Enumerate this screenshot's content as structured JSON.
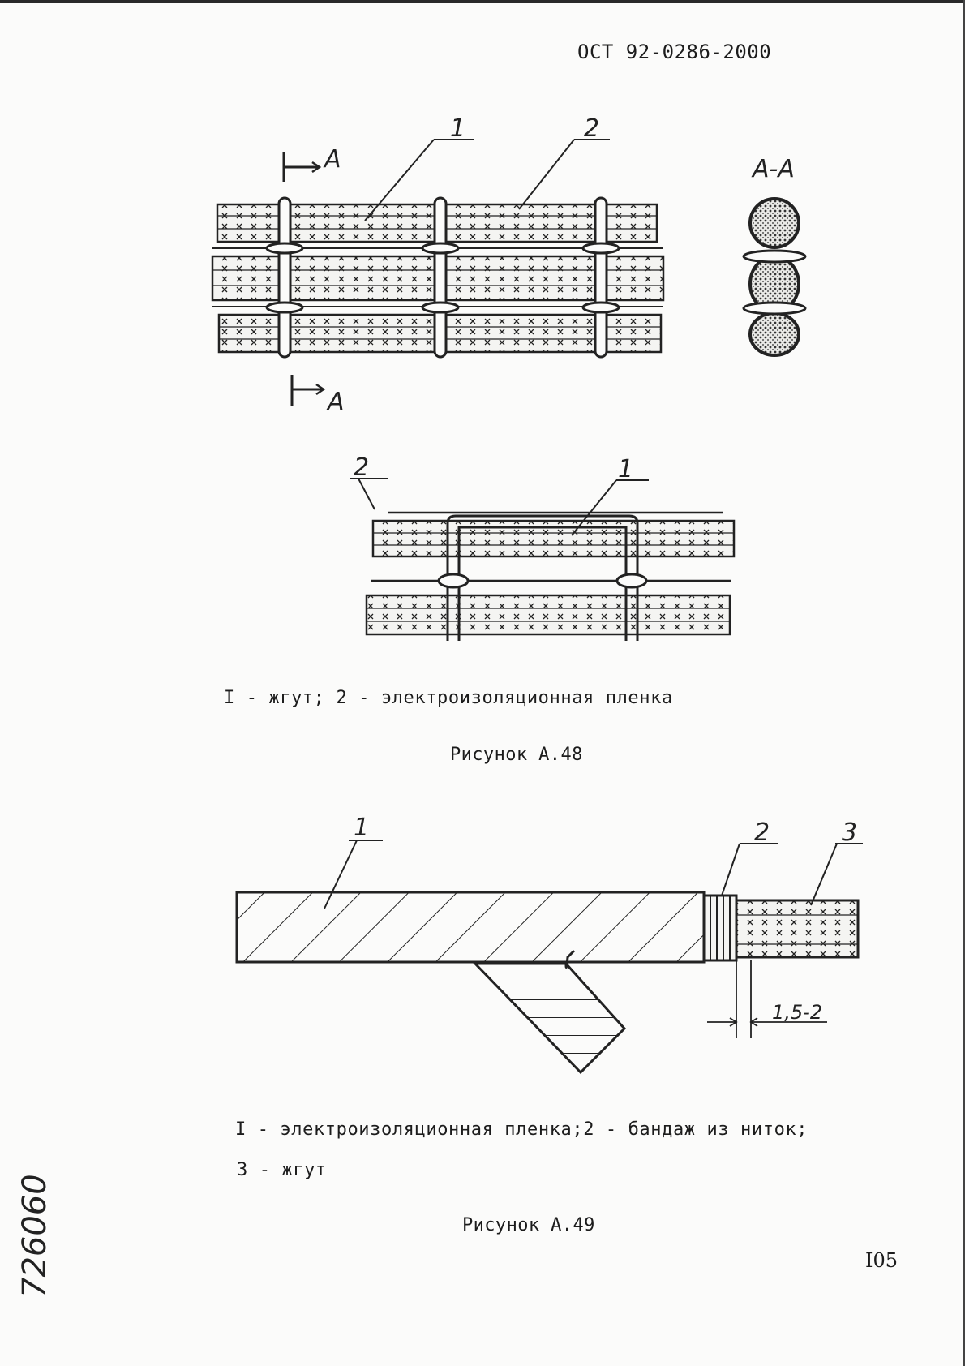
{
  "header": {
    "doc_code": "ОСТ 92-0286-2000"
  },
  "figure_a48": {
    "top_view": {
      "callout_1": "1",
      "callout_2": "2",
      "section_mark_top": "A",
      "section_mark_bottom": "A",
      "section_label": "A-A"
    },
    "bottom_view": {
      "callout_1": "1",
      "callout_2": "2"
    },
    "caption": "I - жгут; 2 - электроизоляционная пленка",
    "title": "Рисунок А.48"
  },
  "figure_a49": {
    "callout_1": "1",
    "callout_2": "2",
    "callout_3": "3",
    "dimension": "1,5-2",
    "caption_line1": "I - электроизоляционная пленка;2 - бандаж из ниток;",
    "caption_line2": "3 - жгут",
    "title": "Рисунок А.49"
  },
  "footer": {
    "page_number": "I05",
    "stamp": "726060"
  }
}
